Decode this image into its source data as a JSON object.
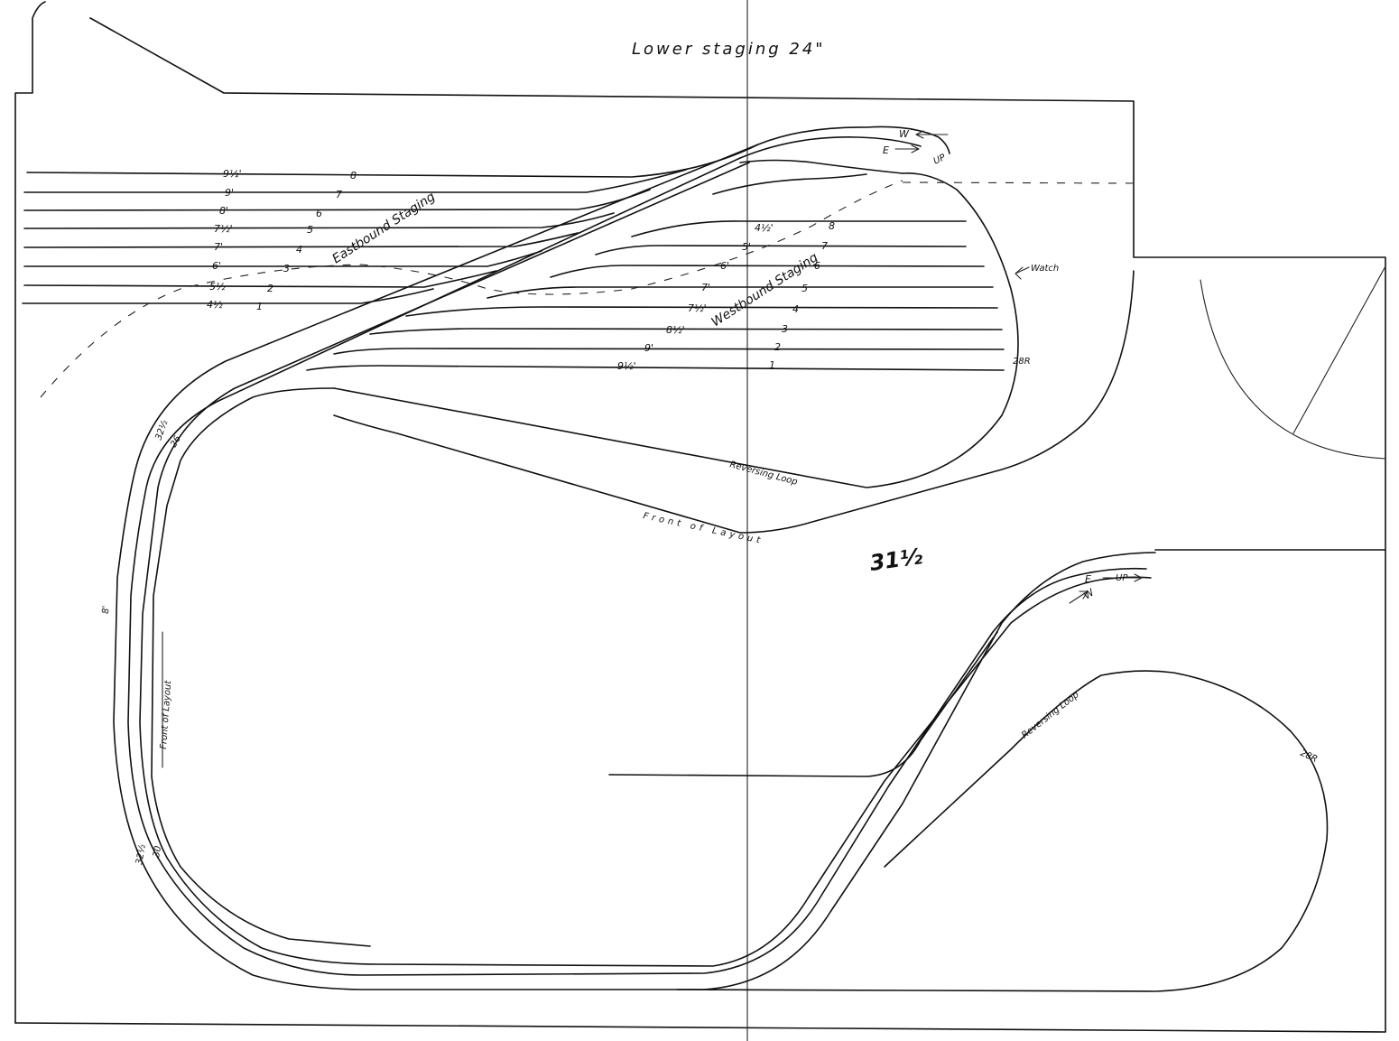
{
  "title": "Lower staging 24\"",
  "eastbound_label": "Eastbound Staging",
  "westbound_label": "Westbound Staging",
  "eastbound_tracks": [
    {
      "number": "8",
      "length": "9½'"
    },
    {
      "number": "7",
      "length": "9'"
    },
    {
      "number": "6",
      "length": "8'"
    },
    {
      "number": "5",
      "length": "7½'"
    },
    {
      "number": "4",
      "length": "7'"
    },
    {
      "number": "3",
      "length": "6'"
    },
    {
      "number": "2",
      "length": "5½"
    },
    {
      "number": "1",
      "length": "4½"
    }
  ],
  "westbound_tracks": [
    {
      "number": "8",
      "length": "4½'"
    },
    {
      "number": "7",
      "length": "5'"
    },
    {
      "number": "6",
      "length": "6'"
    },
    {
      "number": "5",
      "length": "7'"
    },
    {
      "number": "4",
      "length": "7½'"
    },
    {
      "number": "3",
      "length": "8½'"
    },
    {
      "number": "2",
      "length": "9'"
    },
    {
      "number": "1",
      "length": "9½'"
    }
  ],
  "labels": {
    "reversing_loop_upper": "Reversing Loop",
    "reversing_loop_lower": "Reversing Loop",
    "front_of_layout_top": "Front of Layout",
    "front_of_layout_side": "Front of Layout",
    "elevation": "31½",
    "radius_upper": "28R",
    "radius_lower": "28R",
    "radius_a": "32½",
    "radius_b": "26",
    "radius_c": "32½",
    "radius_d": "30",
    "side_8": "8'",
    "watch": "Watch",
    "w_top": "W",
    "e_top": "E",
    "up_top": "UP",
    "e_mid": "E",
    "up_mid": "UP",
    "w_mid": "W"
  }
}
